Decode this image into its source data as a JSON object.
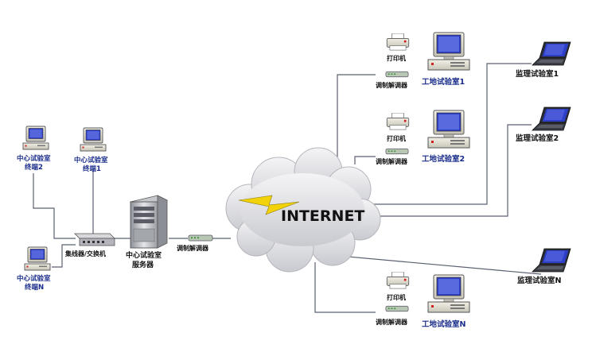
{
  "internet_label": "INTERNET",
  "center": {
    "server_label_line1": "中心试验室",
    "server_label_line2": "服务器",
    "switch_label": "集线器/交换机",
    "modem_label": "调制解调器",
    "terminal_2_line1": "中心试验室",
    "terminal_2_line2": "终端2",
    "terminal_1_line1": "中心试验室",
    "terminal_1_line2": "终端1",
    "terminal_n_line1": "中心试验室",
    "terminal_n_line2": "终端N"
  },
  "sites": [
    {
      "printer_label": "打印机",
      "modem_label": "调制解调器",
      "pc_label": "工地试验室1"
    },
    {
      "printer_label": "打印机",
      "modem_label": "调制解调器",
      "pc_label": "工地试验室2"
    },
    {
      "printer_label": "打印机",
      "modem_label": "调制解调器",
      "pc_label": "工地试验室N"
    }
  ],
  "supervision": [
    {
      "label": "监理试验室1"
    },
    {
      "label": "监理试验室2"
    },
    {
      "label": "监理试验室N"
    }
  ],
  "colors": {
    "line": "#5a6070",
    "label_blue": "#1a2d8a",
    "screen": "#2d3fc8",
    "lightning": "#f2d20a"
  }
}
